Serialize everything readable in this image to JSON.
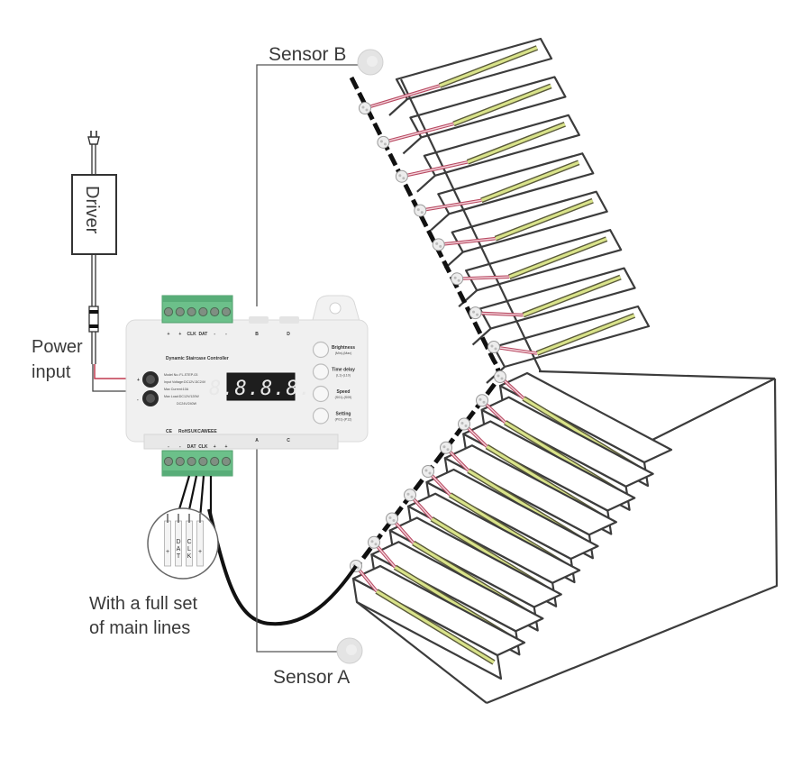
{
  "labels": {
    "sensor_b": "Sensor B",
    "sensor_a": "Sensor A",
    "driver": "Driver",
    "power_input_line1": "Power",
    "power_input_line2": "input",
    "main_lines_line1": "With a full set",
    "main_lines_line2": "of main lines"
  },
  "controller": {
    "title": "Dynamic Staircase Controller",
    "display": "8.8.8.8.",
    "top_terminals": [
      "+",
      "+",
      "CLK",
      "DAT",
      "-",
      "-"
    ],
    "bottom_terminals": [
      "-",
      "-",
      "DAT",
      "CLK",
      "+",
      "+"
    ],
    "top_sensor_ports": [
      "B",
      "D"
    ],
    "bottom_sensor_ports": [
      "A",
      "C"
    ],
    "power_polarity": [
      "+",
      "-"
    ],
    "spec_lines": [
      "Model No.:FL-STEP-03",
      "Input Voltage:DC12V-DC24V",
      "Max Current:10A",
      "Max Load:DC12V/120W",
      "DC24V/240W"
    ],
    "certifications": [
      "CE",
      "RoHS",
      "UKCA",
      "WEEE"
    ],
    "buttons": [
      {
        "label": "Brightness",
        "sub": "(Min)-(Max)"
      },
      {
        "label": "Time delay",
        "sub": "(L1)-(L10)"
      },
      {
        "label": "Speed",
        "sub": "(S01)-(S09)"
      },
      {
        "label": "Setting",
        "sub": "(P01)-(P12)"
      }
    ]
  },
  "inset_wires": [
    "+",
    "DAT",
    "CLK",
    "+"
  ],
  "colors": {
    "terminal_green": "#6cc08a",
    "led_strip": "#d9e38a",
    "signal_wire": "#b84a62",
    "display_bg": "#1e1e1e",
    "outline": "#3c3c3c"
  },
  "stairs": {
    "upper_flight_steps": 8,
    "lower_flight_steps": 9
  }
}
